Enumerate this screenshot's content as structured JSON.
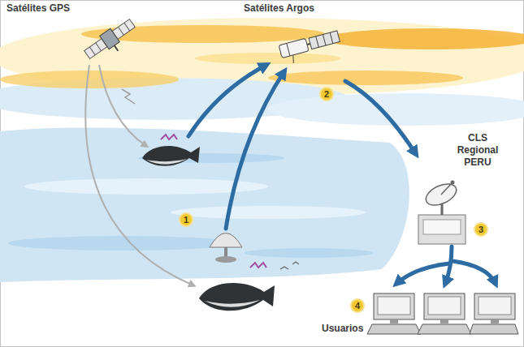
{
  "diagram": {
    "nodes": [
      {
        "text": [
          "2"
        ]
      },
      {
        "text": [
          "1"
        ]
      },
      {
        "text": [
          "3"
        ]
      },
      {
        "text": [
          "4"
        ]
      }
    ],
    "labels": [
      "Satélites GPS",
      "Satélites Argos",
      "CLS Regional PERU",
      "Usuarios"
    ]
  }
}
